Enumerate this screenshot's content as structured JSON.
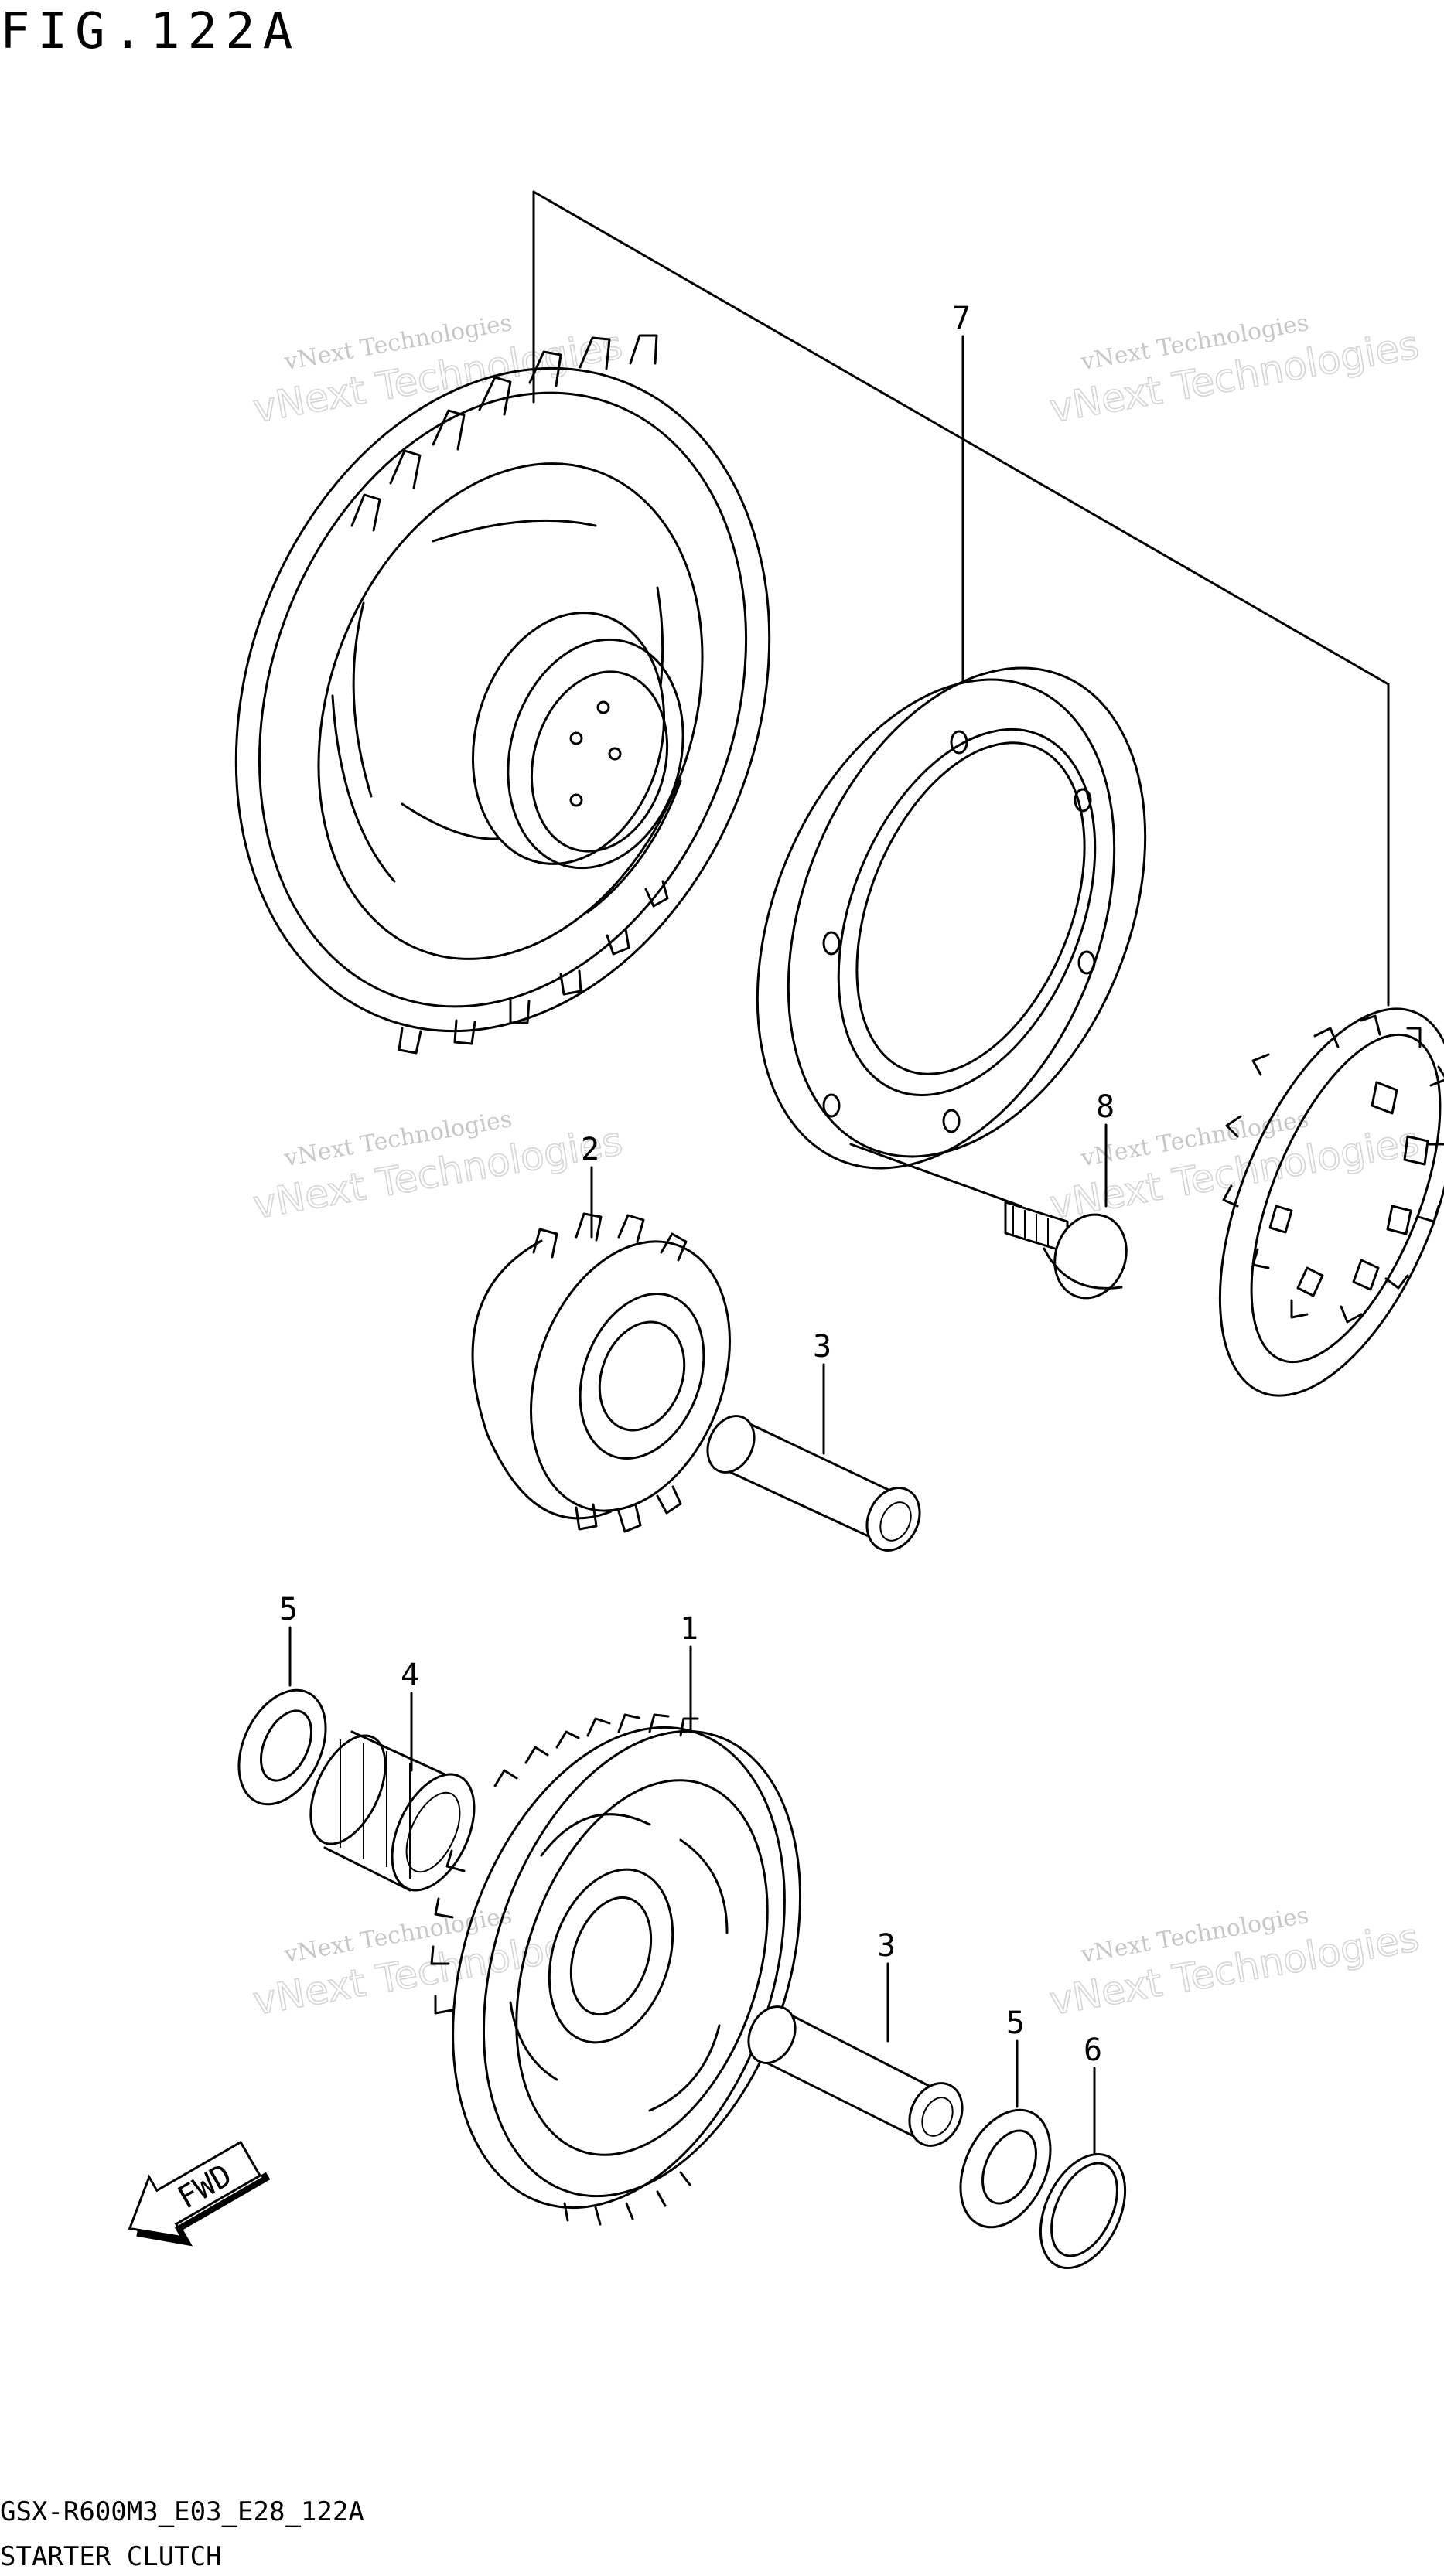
{
  "figure": {
    "title": "FIG.122A",
    "model_code": "GSX-R600M3_E03_E28_122A",
    "caption": "STARTER CLUTCH",
    "direction_label": "FWD"
  },
  "callouts": [
    {
      "id": "1",
      "label": "1"
    },
    {
      "id": "2",
      "label": "2"
    },
    {
      "id": "3a",
      "label": "3"
    },
    {
      "id": "3b",
      "label": "3"
    },
    {
      "id": "4",
      "label": "4"
    },
    {
      "id": "5a",
      "label": "5"
    },
    {
      "id": "5b",
      "label": "5"
    },
    {
      "id": "6",
      "label": "6"
    },
    {
      "id": "7",
      "label": "7"
    },
    {
      "id": "8",
      "label": "8"
    }
  ],
  "watermarks": [
    {
      "line1": "vNext Technologies",
      "line2": "vNext Technologies"
    },
    {
      "line1": "vNext Technologies",
      "line2": "vNext Technologies"
    },
    {
      "line1": "vNext Technologies",
      "line2": "vNext Technologies"
    },
    {
      "line1": "vNext Technologies",
      "line2": "vNext Technologies"
    },
    {
      "line1": "vNext Technologies",
      "line2": "vNext Technologies"
    },
    {
      "line1": "vNext Technologies",
      "line2": "vNext Technologies"
    }
  ],
  "icons": {
    "direction_arrow": "fwd-arrow-icon"
  }
}
